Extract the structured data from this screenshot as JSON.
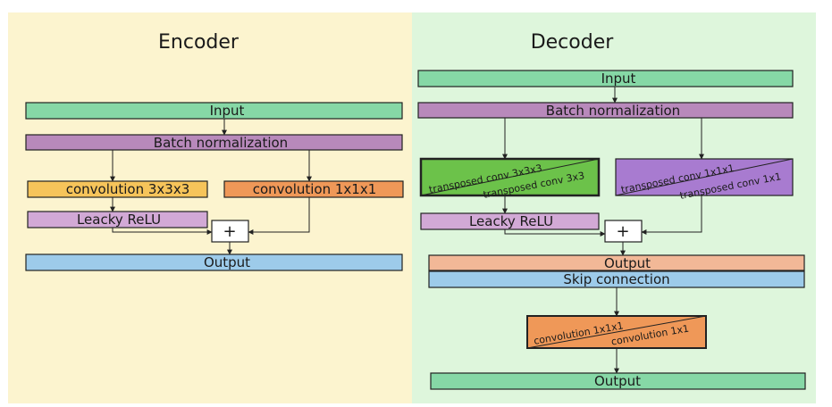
{
  "colors": {
    "encoder_bg": "#fcf4cf",
    "decoder_bg": "#def6dc",
    "green": "#86d8a6",
    "purple": "#b889bb",
    "light_purple": "#d2a9d6",
    "orange_light": "#f6c45a",
    "orange": "#ef9858",
    "blue": "#9dcbea",
    "peach": "#f2b897",
    "conv_green": "#6cc24a",
    "conv_violet": "#a87bd0"
  },
  "encoder": {
    "title": "Encoder",
    "input": "Input",
    "batch_norm": "Batch normalization",
    "conv_3": "convolution 3x3x3",
    "conv_1": "convolution 1x1x1",
    "leaky": "Leacky ReLU",
    "plus": "+",
    "output": "Output"
  },
  "decoder": {
    "title": "Decoder",
    "input": "Input",
    "batch_norm": "Batch normalization",
    "tconv_a_top": "transposed conv 3x3x3",
    "tconv_a_bottom": "transposed conv 3x3",
    "tconv_b_top": "transposed conv 1x1x1",
    "tconv_b_bottom": "transposed conv 1x1",
    "leaky": "Leacky ReLU",
    "plus": "+",
    "output": "Output",
    "skip": "Skip connection",
    "conv_top": "convolution 1x1x1",
    "conv_bottom": "convolution 1x1",
    "final_output": "Output"
  }
}
